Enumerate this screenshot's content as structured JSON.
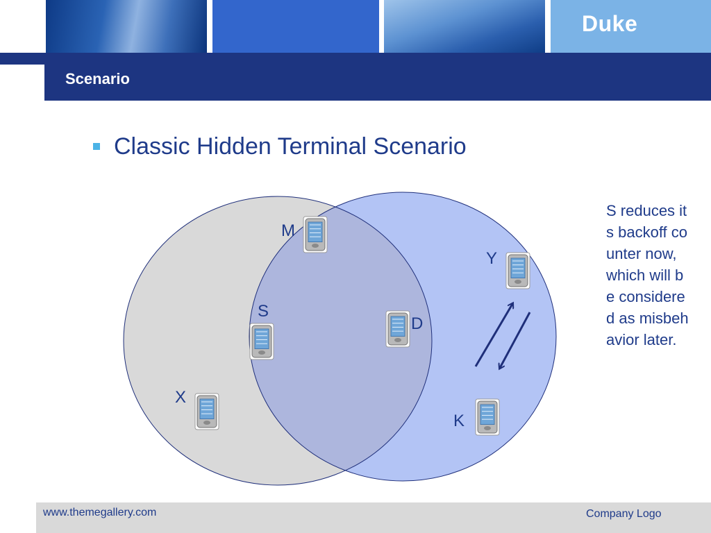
{
  "header": {
    "logo_text": "Duke",
    "title": "Scenario"
  },
  "bullet": {
    "text": "Classic Hidden Terminal Scenario"
  },
  "diagram": {
    "nodes": [
      {
        "id": "M",
        "label": "M",
        "icon": "pda-icon"
      },
      {
        "id": "S",
        "label": "S",
        "icon": "pda-icon"
      },
      {
        "id": "D",
        "label": "D",
        "icon": "pda-icon"
      },
      {
        "id": "X",
        "label": "X",
        "icon": "pda-icon"
      },
      {
        "id": "Y",
        "label": "Y",
        "icon": "pda-icon"
      },
      {
        "id": "K",
        "label": "K",
        "icon": "pda-icon"
      }
    ],
    "colors": {
      "left_circle": "#d9d9d9",
      "right_circle": "#b3c4f5",
      "overlap": "#adb6dd",
      "outline": "#1f2f7a",
      "arrow": "#1f2f7a"
    }
  },
  "note": {
    "text": "S reduces its backoff counter now, which will be considered as misbehavior later."
  },
  "footer": {
    "url": "www.themegallery.com",
    "logo": "Company Logo"
  }
}
